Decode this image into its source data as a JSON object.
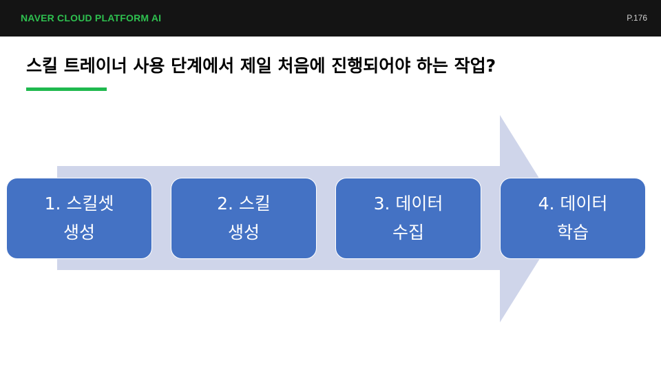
{
  "header": {
    "brand": "NAVER CLOUD PLATFORM AI",
    "page_number": "P.176"
  },
  "title": "스킬 트레이너 사용 단계에서 제일 처음에 진행되어야 하는 작업?",
  "colors": {
    "header_bg": "#141414",
    "brand_green": "#2ec04f",
    "accent_green": "#1fb94e",
    "step_fill": "#4472c4",
    "arrow_fill": "#cfd5ea"
  },
  "steps": [
    {
      "line1": "1. 스킬셋",
      "line2": "생성"
    },
    {
      "line1": "2. 스킬",
      "line2": "생성"
    },
    {
      "line1": "3. 데이터",
      "line2": "수집"
    },
    {
      "line1": "4. 데이터",
      "line2": "학습"
    }
  ]
}
